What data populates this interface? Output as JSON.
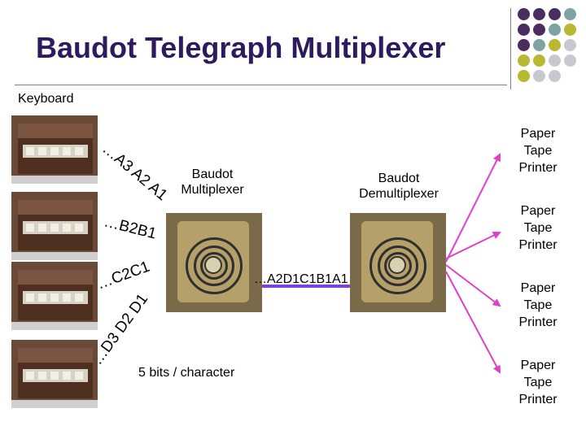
{
  "title": "Baudot Telegraph Multiplexer",
  "keyboard_label": "Keyboard",
  "multiplexer_label": [
    "Baudot",
    "Multiplexer"
  ],
  "demultiplexer_label": [
    "Baudot",
    "Demultiplexer"
  ],
  "sequences": {
    "a": "…A3 A2 A1",
    "b": "…B2B1",
    "c": "…C2C1",
    "d": "…D3 D2 D1"
  },
  "signal_label": "…A2D1C1B1A1",
  "bits_label": "5 bits / character",
  "printers": [
    [
      "Paper",
      "Tape",
      "Printer"
    ],
    [
      "Paper",
      "Tape",
      "Printer"
    ],
    [
      "Paper",
      "Tape",
      "Printer"
    ],
    [
      "Paper",
      "Tape",
      "Printer"
    ]
  ],
  "colors": {
    "title": "#2e1a5e",
    "arrow_pink": "#e040c8",
    "signal_line": "#8040e0",
    "dot_purple": "#4b2c5e",
    "dot_teal": "#7fa3a3",
    "dot_olive": "#b8b832",
    "dot_grey": "#c8c8d0"
  },
  "icons": [
    "keyboard-machine-icon",
    "multiplexer-machine-icon",
    "demultiplexer-machine-icon",
    "arrow-icon"
  ]
}
